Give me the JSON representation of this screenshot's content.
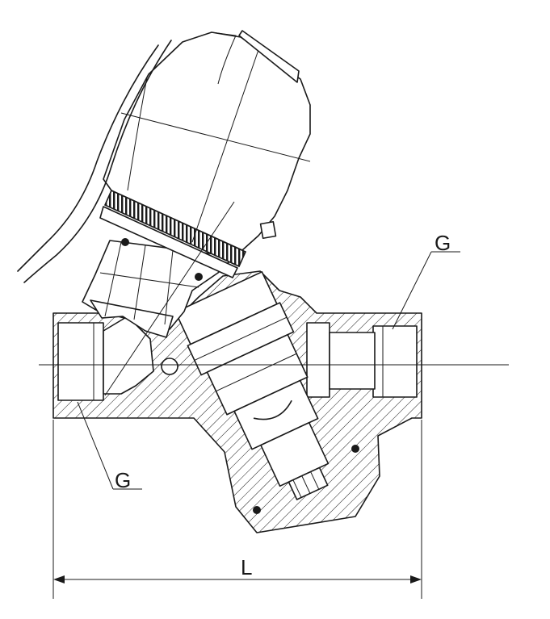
{
  "labels": {
    "g_top": "G",
    "g_bottom": "G",
    "length": "L"
  },
  "colors": {
    "line": "#1a1a1a",
    "background": "#ffffff"
  }
}
